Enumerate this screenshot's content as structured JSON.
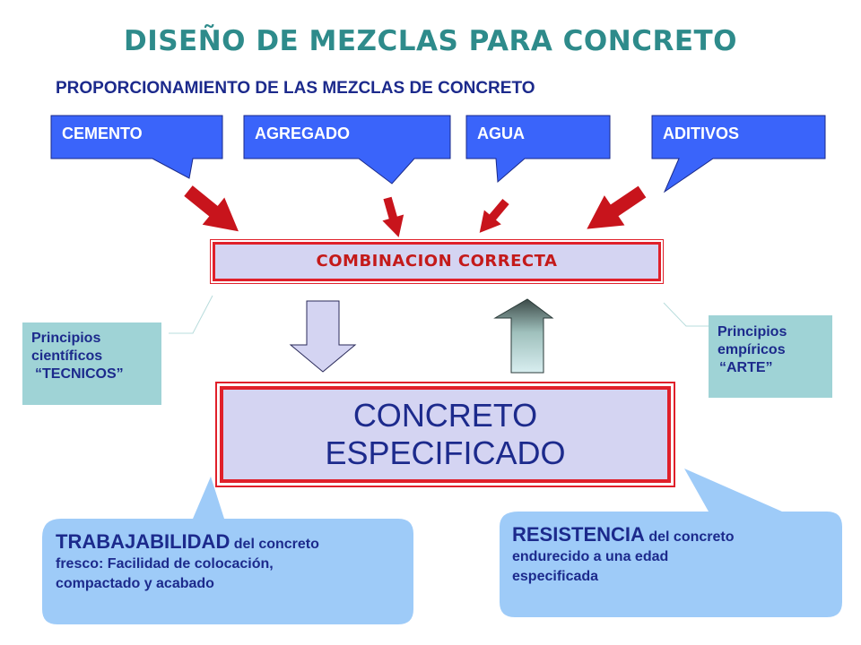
{
  "title": "DISEÑO DE MEZCLAS PARA CONCRETO",
  "subtitle": "PROPORCIONAMIENTO DE LAS MEZCLAS DE CONCRETO",
  "ingredients": [
    {
      "label": "CEMENTO"
    },
    {
      "label": "AGREGADO"
    },
    {
      "label": "AGUA"
    },
    {
      "label": "ADITIVOS"
    }
  ],
  "combination": {
    "label": "COMBINACION CORRECTA"
  },
  "result": {
    "line1": "CONCRETO",
    "line2": "ESPECIFICADO"
  },
  "principles": {
    "left": {
      "line1": "Principios",
      "line2": "científicos",
      "line3": "“TECNICOS”"
    },
    "right": {
      "line1": "Principios",
      "line2": "empíricos",
      "line3": "“ARTE”"
    }
  },
  "bubbles": {
    "workability": {
      "strong": "TRABAJABILIDAD",
      "rest1": " del concreto",
      "line2": "fresco: Facilidad de colocación,",
      "line3": "compactado y acabado"
    },
    "strength": {
      "strong": "RESISTENCIA",
      "rest1": " del concreto",
      "line2": "endurecido a una edad",
      "line3": "especificada"
    }
  },
  "colors": {
    "title": "#2e8b8b",
    "text_navy": "#1c2a8c",
    "ingredient_fill": "#3a64fa",
    "arrow_red": "#c8141c",
    "box_border": "#e0202a",
    "box_fill": "#d4d4f2",
    "principle_fill": "#9fd3d6",
    "bubble_fill": "#9ecbf8"
  }
}
